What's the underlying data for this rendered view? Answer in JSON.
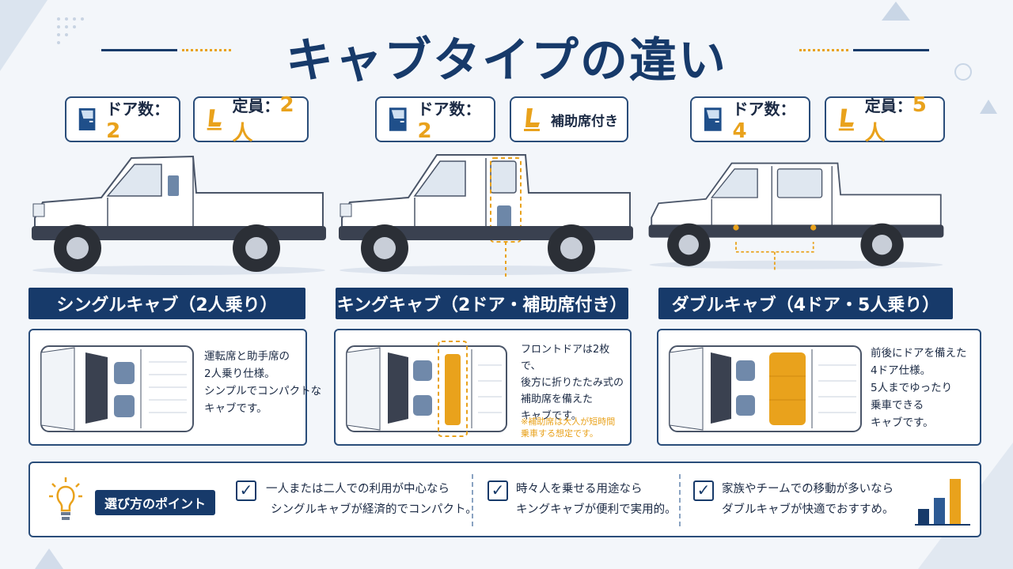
{
  "title": "キャブタイプの違い",
  "columns": [
    {
      "badge_doors": {
        "label": "ドア数：",
        "value": "2"
      },
      "badge_seats": {
        "label": "定員：",
        "value": "2人"
      },
      "banner": "シングルキャブ（2人乗り）",
      "description": [
        "運転席と助手席の",
        "2人乗り仕様。",
        "シンプルでコンパクトな",
        "キャブです。"
      ]
    },
    {
      "badge_doors": {
        "label": "ドア数：",
        "value": "2"
      },
      "badge_seats": {
        "label": "補助席付き"
      },
      "banner": "キングキャブ（2ドア・補助席付き）",
      "description": [
        "フロントドアは2枚で、",
        "後方に折りたたみ式の",
        "補助席を備えた",
        "キャブです。"
      ],
      "note": [
        "※補助席は大人が短時間",
        "乗車する想定です。"
      ]
    },
    {
      "badge_doors": {
        "label": "ドア数：",
        "value": "4"
      },
      "badge_seats": {
        "label": "定員：",
        "value": "5人"
      },
      "banner": "ダブルキャブ（4ドア・5人乗り）",
      "description": [
        "前後にドアを備えた",
        "4ドア仕様。",
        "5人までゆったり",
        "乗車できる",
        "キャブです。"
      ]
    }
  ],
  "points": {
    "label": "選び方のポイント",
    "items": [
      [
        "一人または二人での利用が中心なら",
        "シングルキャブが経済的でコンパクト。"
      ],
      [
        "時々人を乗せる用途なら",
        "キングキャブが便利で実用的。"
      ],
      [
        "家族やチームでの移動が多いなら",
        "ダブルキャブが快適でおすすめ。"
      ]
    ]
  },
  "colors": {
    "navy": "#173a6a",
    "accent": "#e9a21c",
    "background": "#f3f6fa"
  },
  "icons": [
    "door-icon",
    "seat-icon",
    "lightbulb-icon",
    "check-icon",
    "bar-chart-icon"
  ]
}
